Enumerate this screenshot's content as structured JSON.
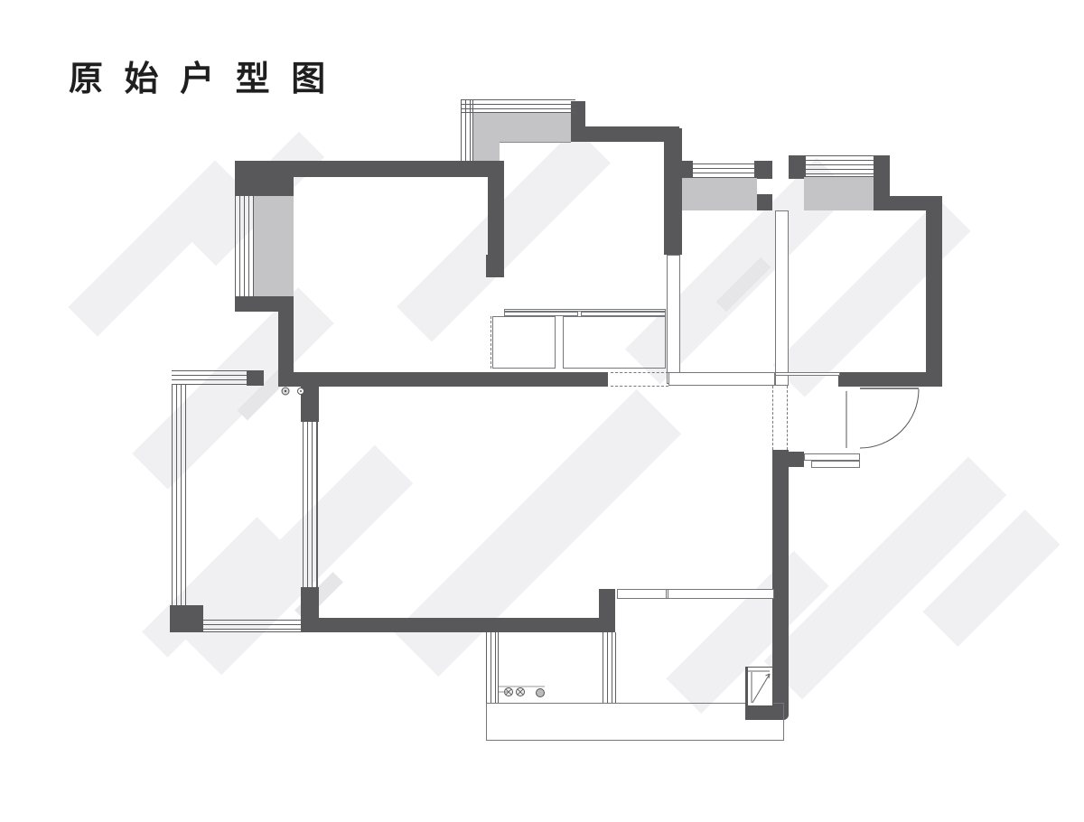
{
  "page": {
    "title": "原始户型图",
    "subtitle": ""
  },
  "drawing": {
    "type": "floor-plan",
    "label": "原始户型图",
    "elements": {
      "entry_door": "quarter-arc-swing-door",
      "symbols": [
        "drain-circle",
        "drain-circle",
        "drain-circle",
        "drain-circle",
        "drain-circle",
        "step-up-arrow"
      ]
    }
  },
  "colors": {
    "wall": "#58585a",
    "window_sill_fill": "#c4c4c6",
    "thin_line": "#76777a",
    "watermark": "#f0f0f2",
    "background": "#ffffff",
    "title_text": "#1f1f1f"
  }
}
